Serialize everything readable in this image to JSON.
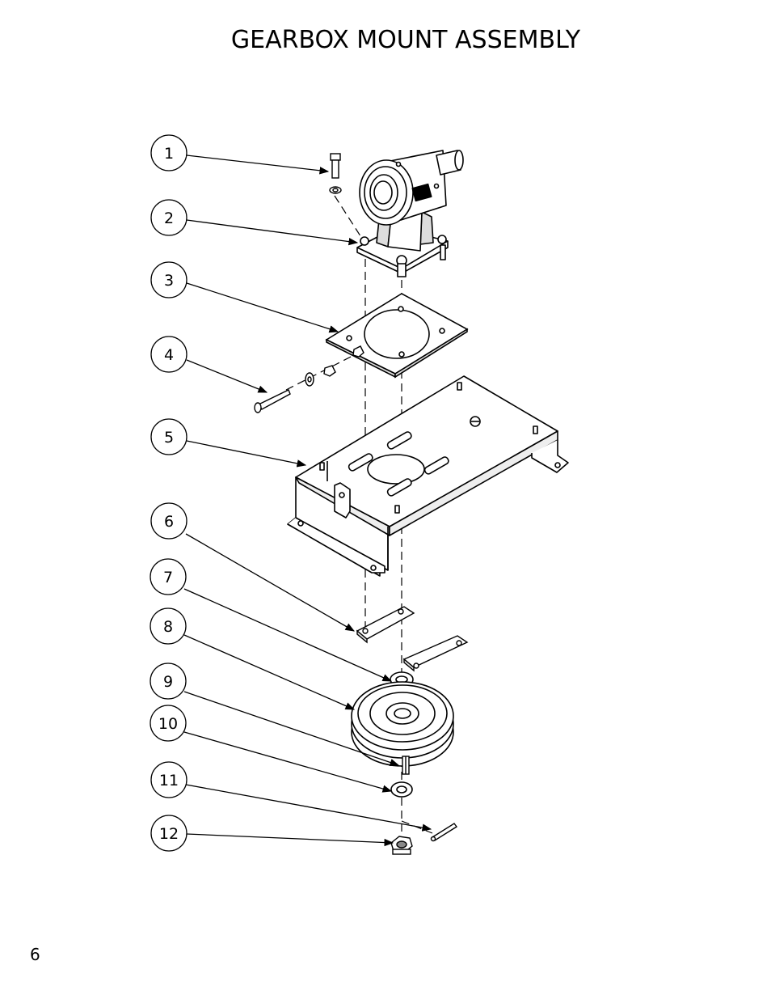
{
  "title": "GEARBOX MOUNT ASSEMBLY",
  "page_number": "6",
  "callouts": [
    "1",
    "2",
    "3",
    "4",
    "5",
    "6",
    "7",
    "8",
    "9",
    "10",
    "11",
    "12"
  ],
  "colors": {
    "ink": "#000000",
    "paper": "#ffffff",
    "shade": "#b5b5b5"
  }
}
